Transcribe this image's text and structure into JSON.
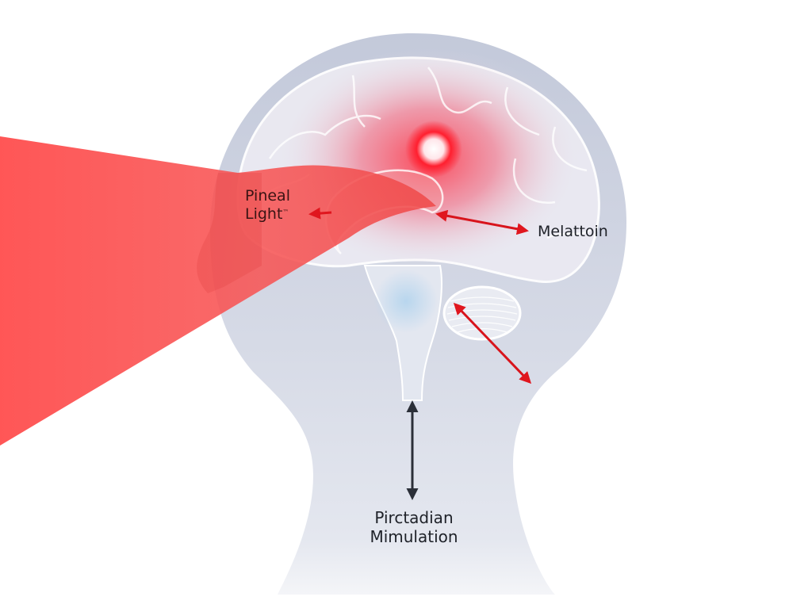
{
  "diagram": {
    "subject": "Head silhouette with brain cross-section and red light beam",
    "labels": {
      "pineal_line1": "Pineal",
      "pineal_line2": "Light",
      "pineal_mark": "™",
      "melatonin": "Melattoin",
      "circadian_line1": "Pirctadian",
      "circadian_line2": "Mimulation"
    },
    "colors": {
      "background": "#ffffff",
      "head_silhouette": "#c9cede",
      "brain_fill": "#e6e6f0",
      "beam_red": "#f24848",
      "glow_core": "#ffffff",
      "glow_red": "#ff1a2a",
      "arrow_red": "#e0161e",
      "arrow_dark": "#2b2f38",
      "label_text": "#1e2128"
    },
    "arrows": [
      {
        "name": "pineal-light-arrow",
        "type": "single-headed",
        "color": "red",
        "points_to": "Pineal Light label"
      },
      {
        "name": "melatonin-arrow",
        "type": "double-headed",
        "color": "red",
        "connects": "pineal region to Melattoin label"
      },
      {
        "name": "cerebellum-arrow",
        "type": "double-headed",
        "color": "red",
        "connects": "cerebellum to back of neck"
      },
      {
        "name": "brainstem-arrow",
        "type": "double-headed",
        "color": "dark",
        "connects": "brainstem to Pirctadian Mimulation label"
      }
    ]
  }
}
